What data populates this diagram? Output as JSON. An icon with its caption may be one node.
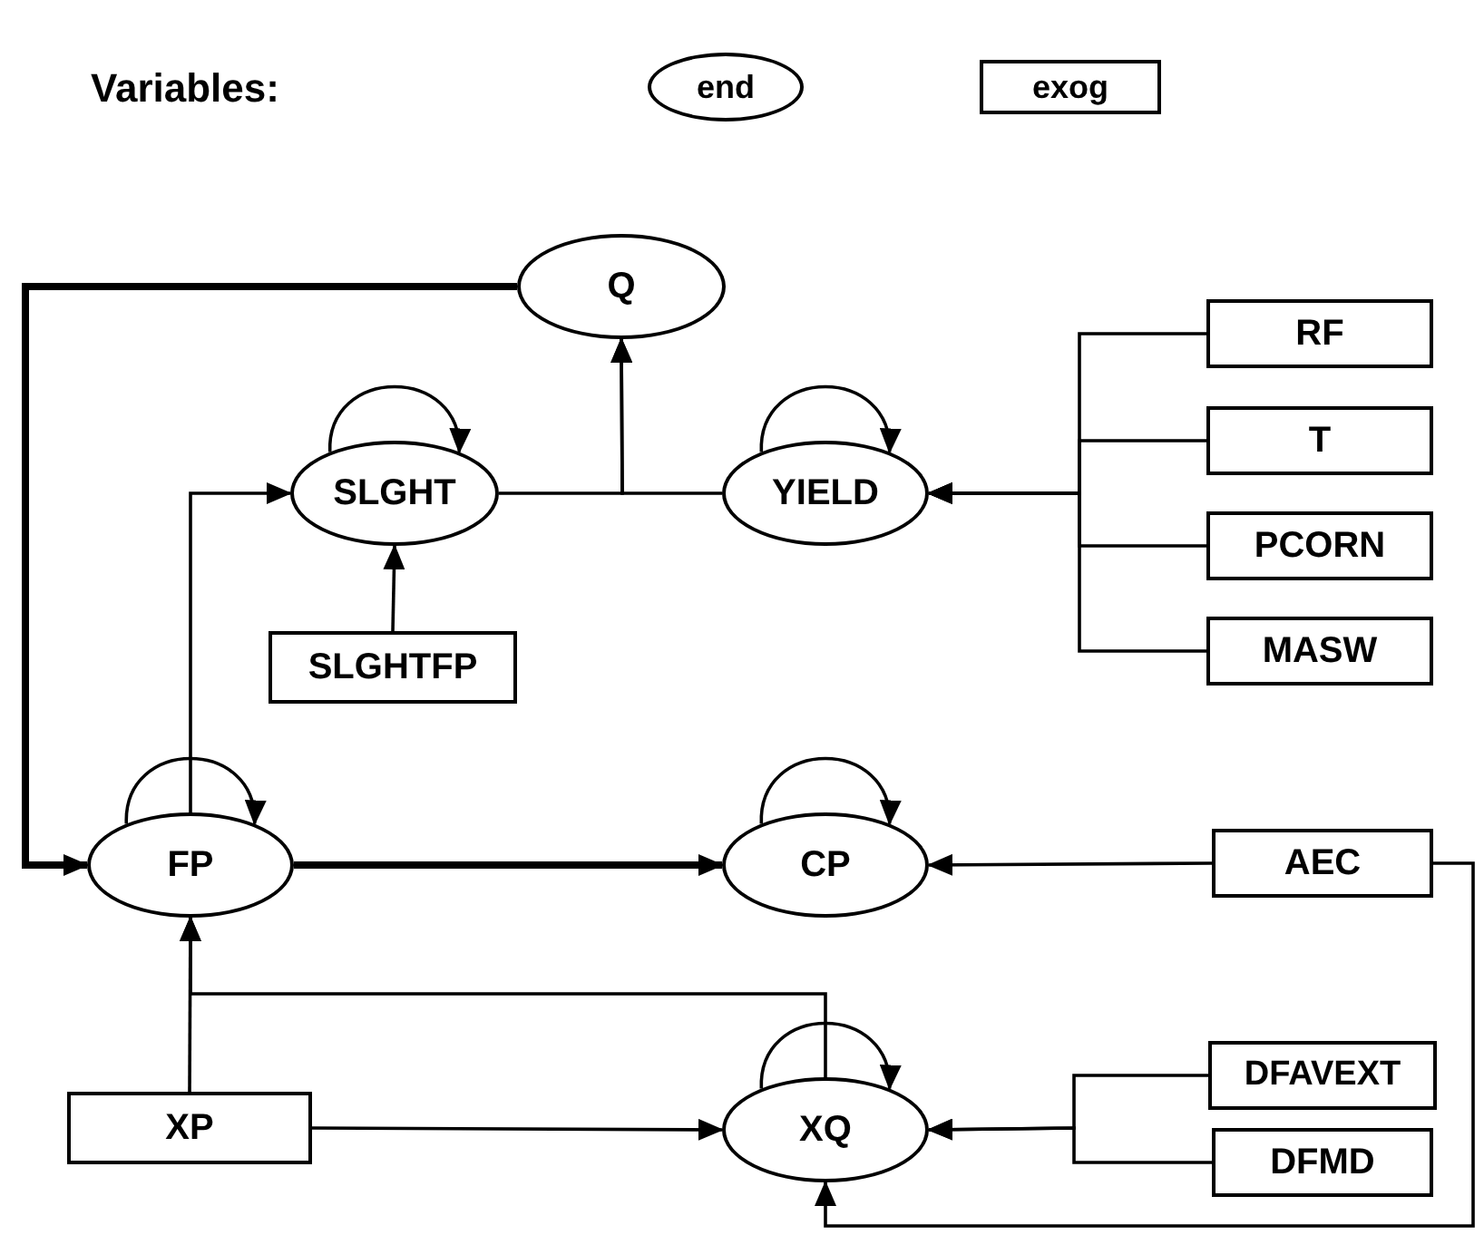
{
  "diagram": {
    "nodes": [
      {
        "text": [
          "end"
        ]
      },
      {
        "text": [
          "exog"
        ]
      },
      {
        "text": [
          "Q"
        ]
      },
      {
        "text": [
          "SLGHT"
        ]
      },
      {
        "text": [
          "YIELD"
        ]
      },
      {
        "text": [
          "RF"
        ]
      },
      {
        "text": [
          "T"
        ]
      },
      {
        "text": [
          "PCORN"
        ]
      },
      {
        "text": [
          "MASW"
        ]
      },
      {
        "text": [
          "SLGHTFP"
        ]
      },
      {
        "text": [
          "FP"
        ]
      },
      {
        "text": [
          "CP"
        ]
      },
      {
        "text": [
          "AEC"
        ]
      },
      {
        "text": [
          "XP"
        ]
      },
      {
        "text": [
          "XQ"
        ]
      },
      {
        "text": [
          "DFAVEXT"
        ]
      },
      {
        "text": [
          "DFMD"
        ]
      }
    ],
    "edges": [
      {
        "from": 2,
        "to": 10,
        "arrow": "to",
        "style": "thick"
      },
      {
        "from": 3,
        "to": 3,
        "arrow": "to"
      },
      {
        "from": 3,
        "to": 2,
        "arrow": "to"
      },
      {
        "from": 4,
        "to": 2,
        "arrow": "to"
      },
      {
        "from": 4,
        "to": 4,
        "arrow": "to"
      },
      {
        "from": 5,
        "to": 4,
        "arrow": "to"
      },
      {
        "from": 6,
        "to": 4,
        "arrow": "to"
      },
      {
        "from": 7,
        "to": 4,
        "arrow": "to"
      },
      {
        "from": 8,
        "to": 4,
        "arrow": "to"
      },
      {
        "from": 9,
        "to": 3,
        "arrow": "to"
      },
      {
        "from": 10,
        "to": 3,
        "arrow": "to"
      },
      {
        "from": 10,
        "to": 10,
        "arrow": "to"
      },
      {
        "from": 10,
        "to": 11,
        "arrow": "to",
        "style": "thick"
      },
      {
        "from": 11,
        "to": 11,
        "arrow": "to"
      },
      {
        "from": 12,
        "to": 11,
        "arrow": "to"
      },
      {
        "from": 12,
        "to": 14,
        "arrow": "to"
      },
      {
        "from": 13,
        "to": 10,
        "arrow": "to"
      },
      {
        "from": 14,
        "to": 10,
        "arrow": "to"
      },
      {
        "from": 13,
        "to": 14,
        "arrow": "to"
      },
      {
        "from": 14,
        "to": 14,
        "arrow": "to"
      },
      {
        "from": 15,
        "to": 14,
        "arrow": "to"
      },
      {
        "from": 16,
        "to": 14,
        "arrow": "to"
      }
    ],
    "labels": [
      "Variables:"
    ]
  }
}
